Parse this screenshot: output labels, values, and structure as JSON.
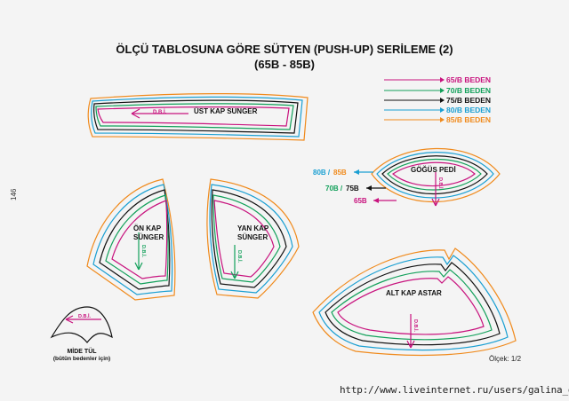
{
  "title": "ÖLÇÜ TABLOSUNA GÖRE SÜTYEN (PUSH-UP) SERİLEME (2)",
  "subtitle": "(65B - 85B)",
  "page_number": "146",
  "scale": "Ölçek: 1/2",
  "watermark": "http://www.liveinternet.ru/users/galina_o/",
  "legend": [
    {
      "label": "65/B BEDEN",
      "color": "#c8137e"
    },
    {
      "label": "70/B BEDEN",
      "color": "#12a05a"
    },
    {
      "label": "75/B BEDEN",
      "color": "#111111"
    },
    {
      "label": "80/B BEDEN",
      "color": "#1a9fd2"
    },
    {
      "label": "85/B BEDEN",
      "color": "#f08a1c"
    }
  ],
  "pieces": {
    "ust_kap": "ÜST KAP SUNGER",
    "on_kap_1": "ÖN KAP",
    "on_kap_2": "SÜNGER",
    "yan_kap_1": "YAN KAP",
    "yan_kap_2": "SÜNGER",
    "gogus": "GÖĞÜS PEDİ",
    "alt_kap": "ALT KAP ASTAR",
    "mide_1": "MİDE TÜL",
    "mide_2": "(bütün bedenler için)"
  },
  "dbi": "D.B.İ.",
  "gogus_labels": {
    "row1_a": "80B /",
    "row1_b": "85B",
    "row2_a": "70B /",
    "row2_b": "75B",
    "row3": "65B"
  }
}
